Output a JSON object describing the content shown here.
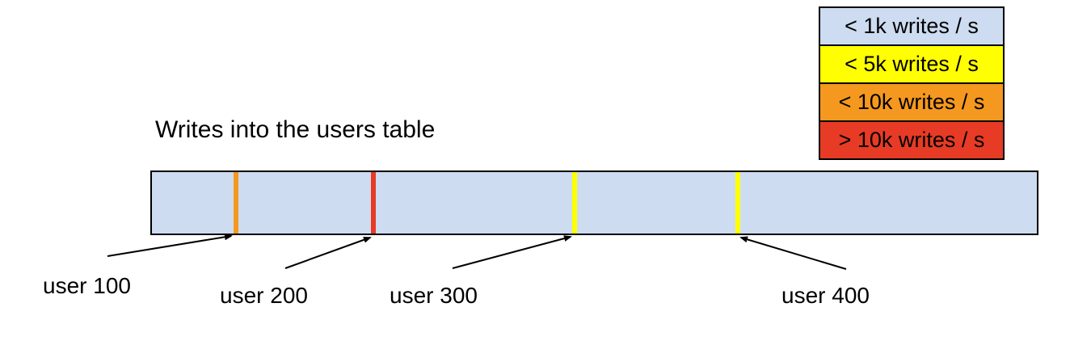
{
  "title": "Writes into the users table",
  "legend": {
    "items": [
      {
        "label": "< 1k writes / s",
        "color": "#cddcf0"
      },
      {
        "label": "< 5k writes / s",
        "color": "#ffff00"
      },
      {
        "label": "< 10k writes / s",
        "color": "#f5981f"
      },
      {
        "label": "> 10k writes / s",
        "color": "#e73b25"
      }
    ]
  },
  "users_bar": {
    "fill": "#cddcf0",
    "border_color": "#000000",
    "markers": [
      {
        "id": "user-100",
        "rate": "< 10k writes / s",
        "color": "#f5981f"
      },
      {
        "id": "user-200",
        "rate": "> 10k writes / s",
        "color": "#e73b25"
      },
      {
        "id": "user-300",
        "rate": "< 5k writes / s",
        "color": "#ffff00"
      },
      {
        "id": "user-400",
        "rate": "< 5k writes / s",
        "color": "#ffff00"
      }
    ]
  },
  "pointers": [
    {
      "label": "user 100"
    },
    {
      "label": "user 200"
    },
    {
      "label": "user 300"
    },
    {
      "label": "user 400"
    }
  ]
}
